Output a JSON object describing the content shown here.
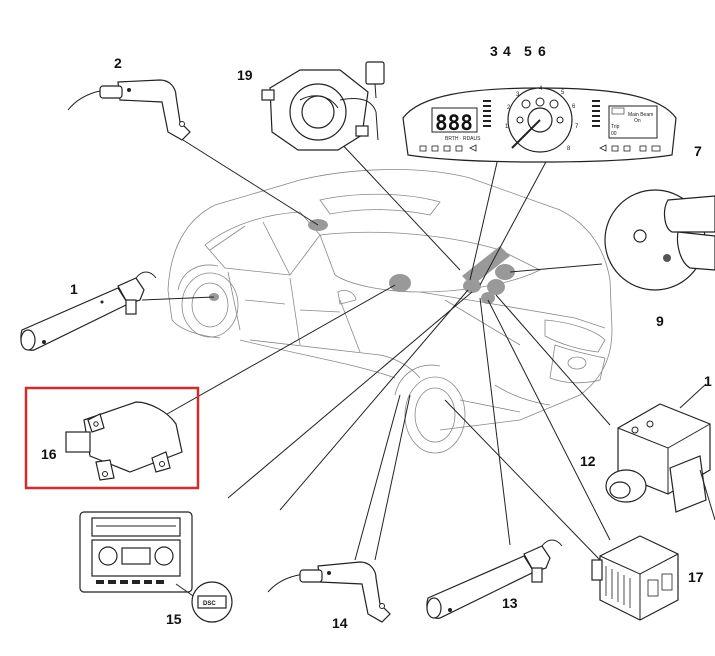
{
  "callouts": {
    "n1a": "1",
    "n2": "2",
    "n3": "3",
    "n4": "4",
    "n5": "5",
    "n6": "6",
    "n7": "7",
    "n9": "9",
    "n1b": "1",
    "n12": "12",
    "n13": "13",
    "n14": "14",
    "n15": "15",
    "n16": "16",
    "n17": "17",
    "n19": "19"
  },
  "cluster": {
    "display_digits": "888",
    "main_beam": "Main Beam",
    "main_beam_state": "On",
    "trip": "Trip",
    "trip_value": "00",
    "gauge_numbers": [
      "1",
      "2",
      "3",
      "4",
      "5",
      "6",
      "7",
      "8"
    ]
  },
  "hvac": {
    "dsc_label": "DSC"
  },
  "highlight": {
    "color": "#d62b2b"
  },
  "icons": [
    "wheel-speed-sensor-front-icon",
    "wheel-speed-sensor-rear-icon",
    "instrument-cluster-icon",
    "clock-spring-icon",
    "brake-booster-icon",
    "abs-modulator-icon",
    "yaw-rate-sensor-icon",
    "hvac-panel-icon",
    "control-module-icon"
  ]
}
